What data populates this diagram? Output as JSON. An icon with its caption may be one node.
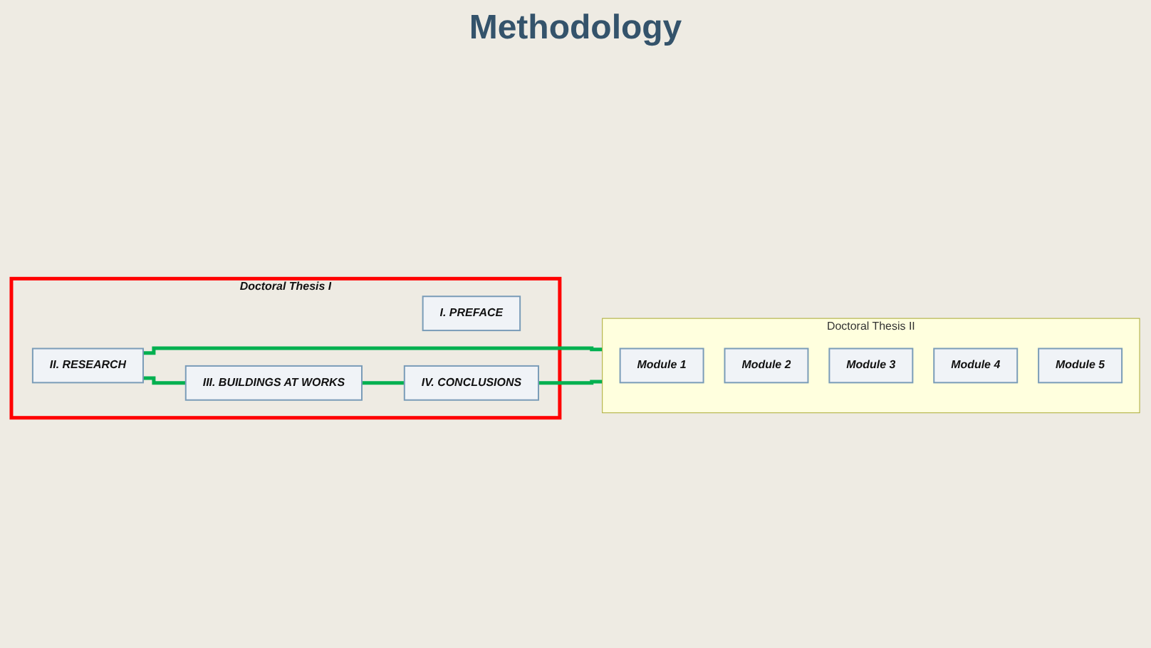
{
  "diagram": {
    "title": "Methodology",
    "nodes": [
      {
        "text": [
          "Doctoral Thesis I"
        ]
      },
      {
        "text": [
          "I. PREFACE"
        ],
        "in": 0
      },
      {
        "text": [
          "II. RESEARCH"
        ],
        "in": 0
      },
      {
        "text": [
          "III. BUILDINGS AT WORKS"
        ],
        "in": 0
      },
      {
        "text": [
          "IV. CONCLUSIONS"
        ],
        "in": 0
      },
      {
        "text": [
          "Doctoral Thesis II"
        ]
      },
      {
        "text": [
          "Module 1"
        ],
        "in": 5
      },
      {
        "text": [
          "Module 2"
        ],
        "in": 5
      },
      {
        "text": [
          "Module 3"
        ],
        "in": 5
      },
      {
        "text": [
          "Module 4"
        ],
        "in": 5
      },
      {
        "text": [
          "Module 5"
        ],
        "in": 5
      }
    ],
    "edges": [
      {
        "from": 2,
        "to": 5,
        "arrow": "none"
      },
      {
        "from": 2,
        "to": 3,
        "arrow": "none"
      },
      {
        "from": 3,
        "to": 4,
        "arrow": "none"
      },
      {
        "from": 4,
        "to": 5,
        "arrow": "none"
      }
    ]
  }
}
